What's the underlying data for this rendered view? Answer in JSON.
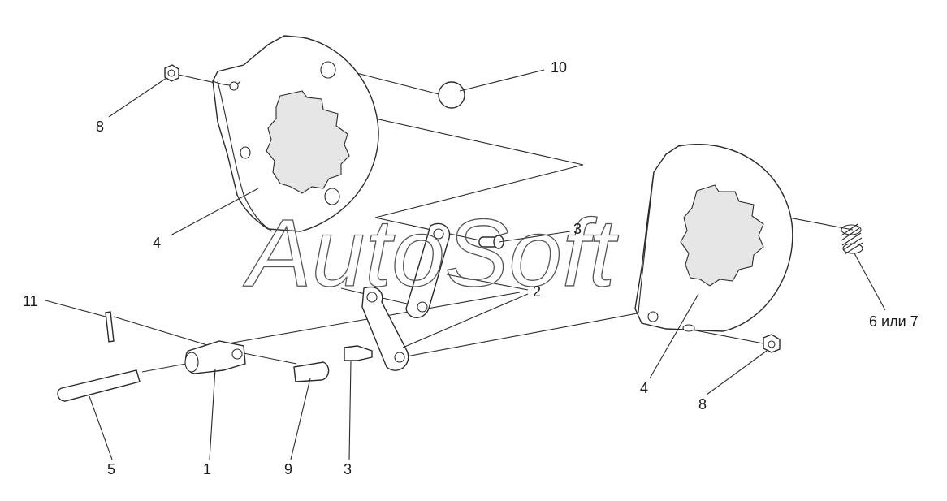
{
  "watermark": "AutoSoft",
  "callouts": [
    {
      "id": "c10",
      "text": "10"
    },
    {
      "id": "c8a",
      "text": "8"
    },
    {
      "id": "c4a",
      "text": "4"
    },
    {
      "id": "c3a",
      "text": "3"
    },
    {
      "id": "c2",
      "text": "2"
    },
    {
      "id": "c11",
      "text": "11"
    },
    {
      "id": "c67",
      "text": "6 или 7"
    },
    {
      "id": "c4b",
      "text": "4"
    },
    {
      "id": "c8b",
      "text": "8"
    },
    {
      "id": "c5",
      "text": "5"
    },
    {
      "id": "c1",
      "text": "1"
    },
    {
      "id": "c9",
      "text": "9"
    },
    {
      "id": "c3b",
      "text": "3"
    }
  ]
}
